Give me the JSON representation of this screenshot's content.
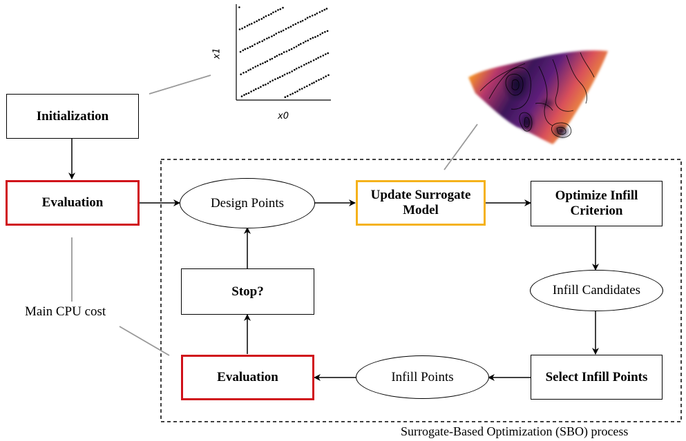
{
  "nodes": {
    "initialization": "Initialization",
    "evaluation_outer": "Evaluation",
    "design_points": "Design Points",
    "update_surrogate": "Update Surrogate\nModel",
    "optimize_infill": "Optimize Infill\nCriterion",
    "infill_candidates": "Infill Candidates",
    "select_infill": "Select Infill Points",
    "infill_points": "Infill Points",
    "evaluation_inner": "Evaluation",
    "stop": "Stop?"
  },
  "annotations": {
    "cpu_cost": "Main CPU cost",
    "process_caption": "Surrogate-Based Optimization (SBO) process"
  },
  "inset_plot": {
    "xlabel": "x0",
    "ylabel": "x1"
  },
  "colors": {
    "evaluation_border": "#d0101a",
    "surrogate_border": "#f5b21b"
  }
}
